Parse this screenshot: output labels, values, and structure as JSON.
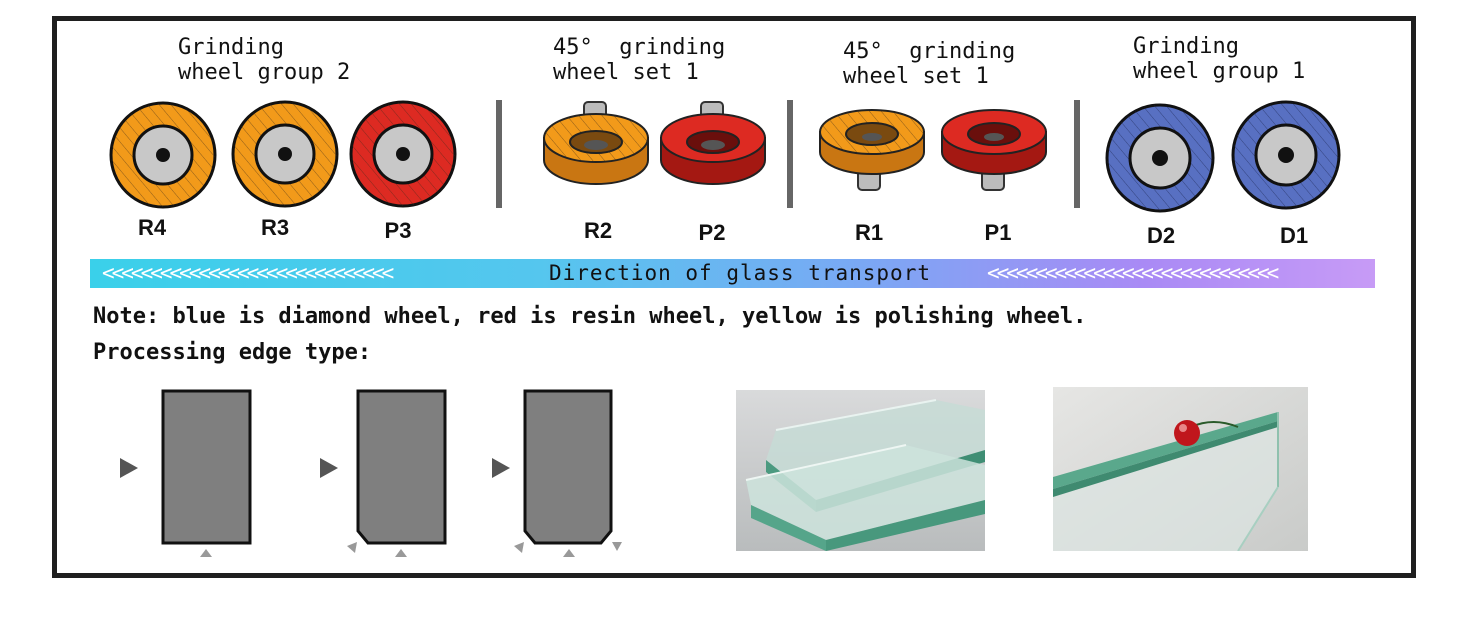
{
  "groups": [
    {
      "title_line1": "Grinding",
      "title_line2": "wheel group 2"
    },
    {
      "title_line1": "45°  grinding",
      "title_line2": "wheel set 1"
    },
    {
      "title_line1": "45°  grinding",
      "title_line2": "wheel set 1"
    },
    {
      "title_line1": "Grinding",
      "title_line2": "wheel group 1"
    }
  ],
  "wheels": [
    {
      "label": "R4",
      "color": "#f29a1a"
    },
    {
      "label": "R3",
      "color": "#f29a1a"
    },
    {
      "label": "P3",
      "color": "#dd2a22"
    },
    {
      "label": "R2",
      "color": "#f29a1a"
    },
    {
      "label": "P2",
      "color": "#dd2a22"
    },
    {
      "label": "R1",
      "color": "#f29a1a"
    },
    {
      "label": "P1",
      "color": "#dd2a22"
    },
    {
      "label": "D2",
      "color": "#5870c2"
    },
    {
      "label": "D1",
      "color": "#5870c2"
    }
  ],
  "transport": {
    "label": "Direction of glass transport",
    "chevrons": "<<<<<<<<<<<<<<<<<<<<<<<<<<<<<<",
    "gradient_start": "#3ad0ea",
    "gradient_end": "#c79bf6"
  },
  "note": "Note: blue is diamond wheel, red is resin wheel, yellow is polishing wheel.",
  "edge_heading": "Processing edge type:",
  "colors": {
    "diamond": "#5870c2",
    "resin": "#dd2a22",
    "polishing": "#f29a1a",
    "glass_profile": "#7f7f7f"
  }
}
